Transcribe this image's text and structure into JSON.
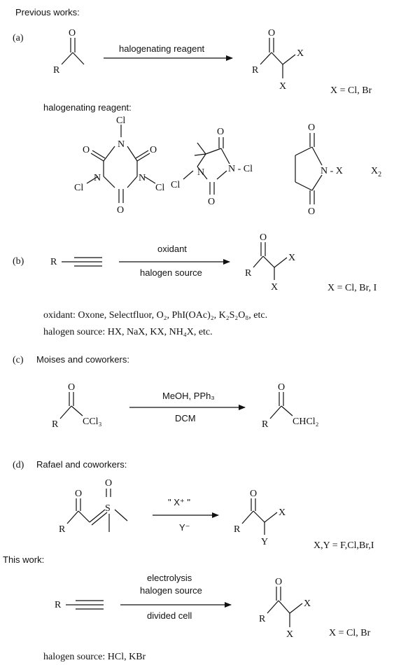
{
  "header": {
    "previous": "Previous works:",
    "this_work": "This work:"
  },
  "a": {
    "label": "(a)",
    "reagent": "halogenating reagent",
    "x_def": "X = Cl, Br",
    "reagent_title": "halogenating reagent:",
    "x2": "X",
    "x2_sub": "2"
  },
  "b": {
    "label": "(b)",
    "top": "oxidant",
    "bottom": "halogen source",
    "x_def": "X = Cl, Br, I",
    "oxidant_line": "oxidant: Oxone, Selectfluor, O₂, PhI(OAc)₂, K₂S₂O₈, etc.",
    "halogen_line": "halogen source: HX, NaX, KX, NH₄X, etc."
  },
  "c": {
    "label": "(c)",
    "title": "Moises and coworkers:",
    "top": "MeOH, PPh₃",
    "bottom": "DCM",
    "left_group": "CCl₃",
    "right_group": "CHCl₂"
  },
  "d": {
    "label": "(d)",
    "title": "Rafael and coworkers:",
    "top": "\" X⁺ \"",
    "bottom": "Y⁻",
    "xy_def": "X,Y = F,Cl,Br,I"
  },
  "e": {
    "top1": "electrolysis",
    "top2": "halogen source",
    "bottom": "divided cell",
    "x_def": "X = Cl, Br",
    "halogen_line": "halogen source: HCl, KBr"
  },
  "atoms": {
    "O": "O",
    "N": "N",
    "R": "R",
    "X": "X",
    "Y": "Y",
    "S": "S",
    "Cl": "Cl",
    "N_Cl": "N - Cl",
    "N_X": "N - X"
  }
}
